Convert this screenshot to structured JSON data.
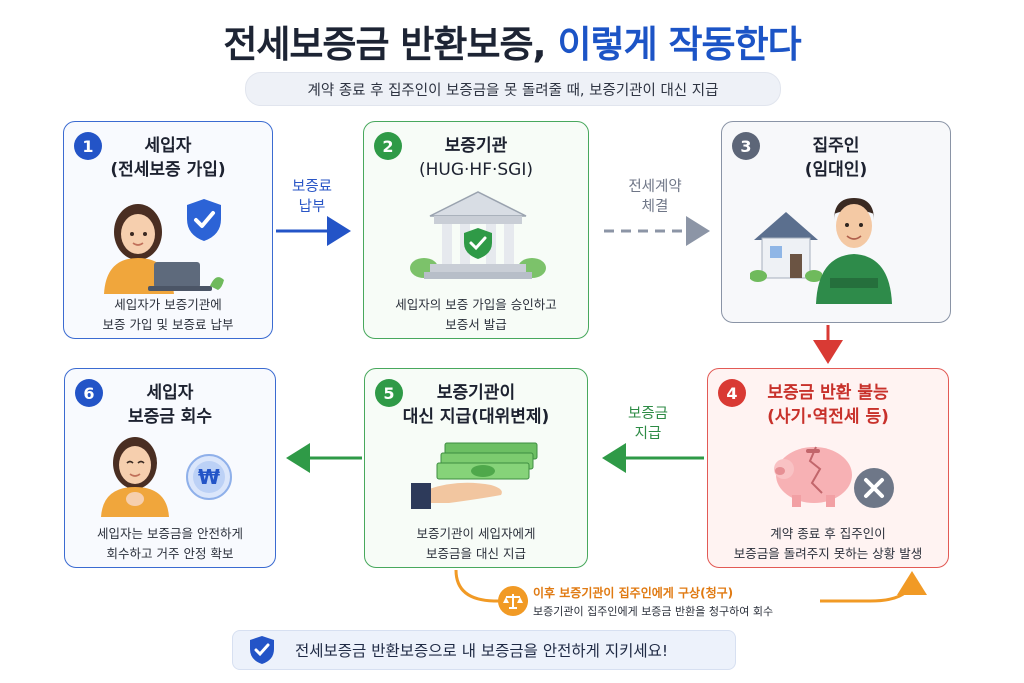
{
  "title": {
    "main": "전세보증금 반환보증,",
    "accent": "이렇게 작동한다"
  },
  "subtitle": "계약 종료 후 집주인이 보증금을 못 돌려줄 때, 보증기관이 대신 지급",
  "steps": [
    {
      "num": "1",
      "title1": "세입자",
      "title2": "(전세보증 가입)",
      "desc1": "세입자가 보증기관에",
      "desc2": "보증 가입 및 보증료 납부"
    },
    {
      "num": "2",
      "title1": "보증기관",
      "title2": "(HUG·HF·SGI)",
      "desc1": "세입자의 보증 가입을 승인하고",
      "desc2": "보증서 발급"
    },
    {
      "num": "3",
      "title1": "집주인",
      "title2": "(임대인)",
      "desc1": "",
      "desc2": ""
    },
    {
      "num": "4",
      "title1": "보증금 반환 불능",
      "title2": "(사기·역전세 등)",
      "desc1": "계약 종료 후 집주인이",
      "desc2": "보증금을 돌려주지 못하는 상황 발생"
    },
    {
      "num": "5",
      "title1": "보증기관이",
      "title2": "대신 지급(대위변제)",
      "desc1": "보증기관이 세입자에게",
      "desc2": "보증금을 대신 지급"
    },
    {
      "num": "6",
      "title1": "세입자",
      "title2": "보증금 회수",
      "desc1": "세입자는 보증금을 안전하게",
      "desc2": "회수하고 거주 안정 확보"
    }
  ],
  "arrows": {
    "a12_line1": "보증료",
    "a12_line2": "납부",
    "a23_line1": "전세계약",
    "a23_line2": "체결",
    "a45_line1": "보증금",
    "a45_line2": "지급"
  },
  "claim": {
    "title": "이후 보증기관이 집주인에게 구상(청구)",
    "desc": "보증기관이 집주인에게 보증금 반환을 청구하여 회수"
  },
  "bottom_note": "전세보증금 반환보증으로 내 보증금을 안전하게 지키세요!",
  "icons": {
    "won_symbol": "₩"
  },
  "colors": {
    "blue": "#2354c7",
    "green": "#2f9a47",
    "grey": "#5d6678",
    "red": "#d93a34",
    "orange": "#f19a25"
  }
}
